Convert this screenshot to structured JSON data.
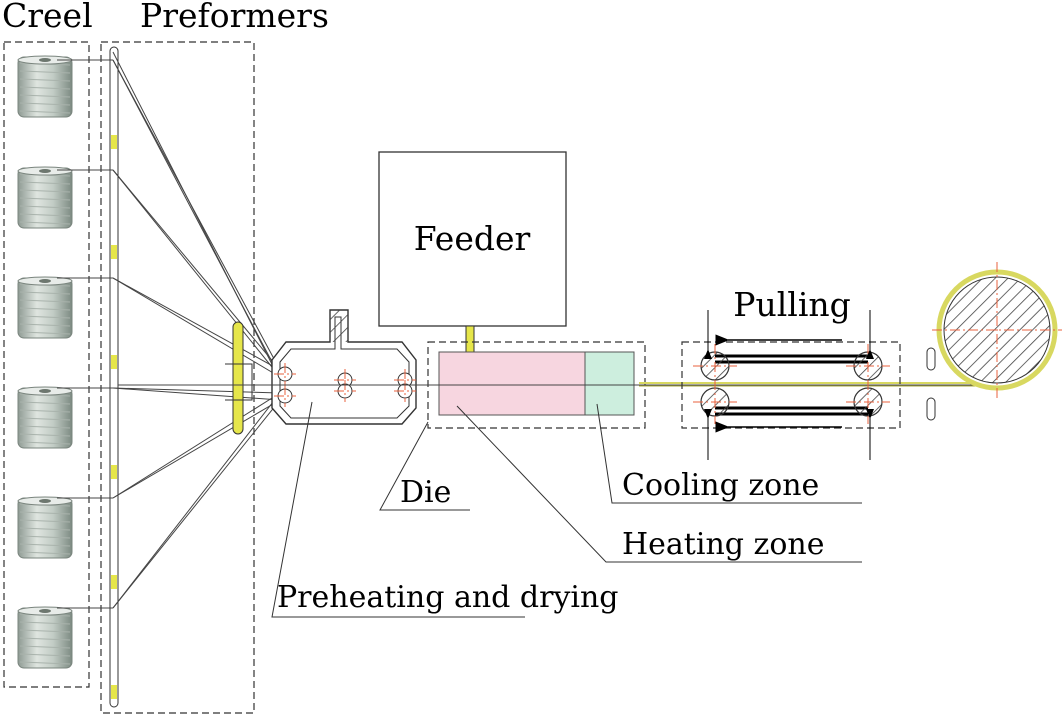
{
  "labels": {
    "creel": "Creel",
    "preformers": "Preformers",
    "feeder": "Feeder",
    "pulling": "Pulling",
    "die": "Die",
    "cooling_zone": "Cooling zone",
    "heating_zone": "Heating zone",
    "preheating": "Preheating and drying"
  },
  "colors": {
    "heating_zone": "#f7d6e0",
    "cooling_zone": "#cdeede",
    "fiber_yellow": "#e6e64a",
    "leader_orange": "#e8603c"
  },
  "icons": {
    "spool": "fiber-spool-icon",
    "roller": "puller-roller-icon",
    "reel": "take-up-reel-icon"
  }
}
